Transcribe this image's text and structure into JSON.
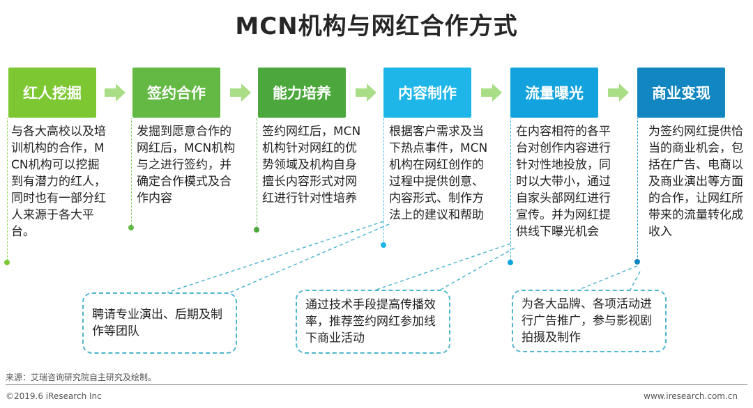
{
  "title": "MCN机构与网红合作方式",
  "steps": [
    {
      "label": "红人挖掘",
      "color": "#7dc832",
      "text": "与各大高校以及培训机构的合作，MCN机构可以挖掘到有潜力的红人，同时也有一部分红人来源于各大平台。"
    },
    {
      "label": "签约合作",
      "color": "#63b944",
      "text": "发掘到愿意合作的网红后，MCN机构与之进行签约，并确定合作模式及合作内容"
    },
    {
      "label": "能力培养",
      "color": "#4ca83c",
      "text": "签约网红后，MCN机构针对网红的优势领域及机构自身擅长内容形式对网红进行针对性培养"
    },
    {
      "label": "内容制作",
      "color": "#1eb6e8",
      "text": "根据客户需求及当下热点事件，MCN机构在网红创作的过程中提供创意、内容形式、制作方法上的建议和帮助"
    },
    {
      "label": "流量曝光",
      "color": "#12a2dd",
      "text": "在内容相符的各平台对创作内容进行针对性地投放，同时以大带小，通过自家头部网红进行宣传。并为网红提供线下曝光机会"
    },
    {
      "label": "商业变现",
      "color": "#1286c0",
      "text": "为签约网红提供恰当的商业机会，包括在广告、电商以及商业演出等方面的合作，让网红所带来的流量转化成收入"
    }
  ],
  "arrow_color": "#a9dd86",
  "callouts": [
    {
      "text": "聘请专业演出、后期及制作等团队"
    },
    {
      "text": "通过技术手段提高传播效率，推荐签约网红参加线下商业活动"
    },
    {
      "text": "为各大品牌、各项活动进行广告推广，参与影视剧拍摄及制作"
    }
  ],
  "source": "来源：艾瑞咨询研究院自主研究及绘制。",
  "copyright": "©2019.6 iResearch Inc",
  "website": "www.iresearch.com.cn"
}
